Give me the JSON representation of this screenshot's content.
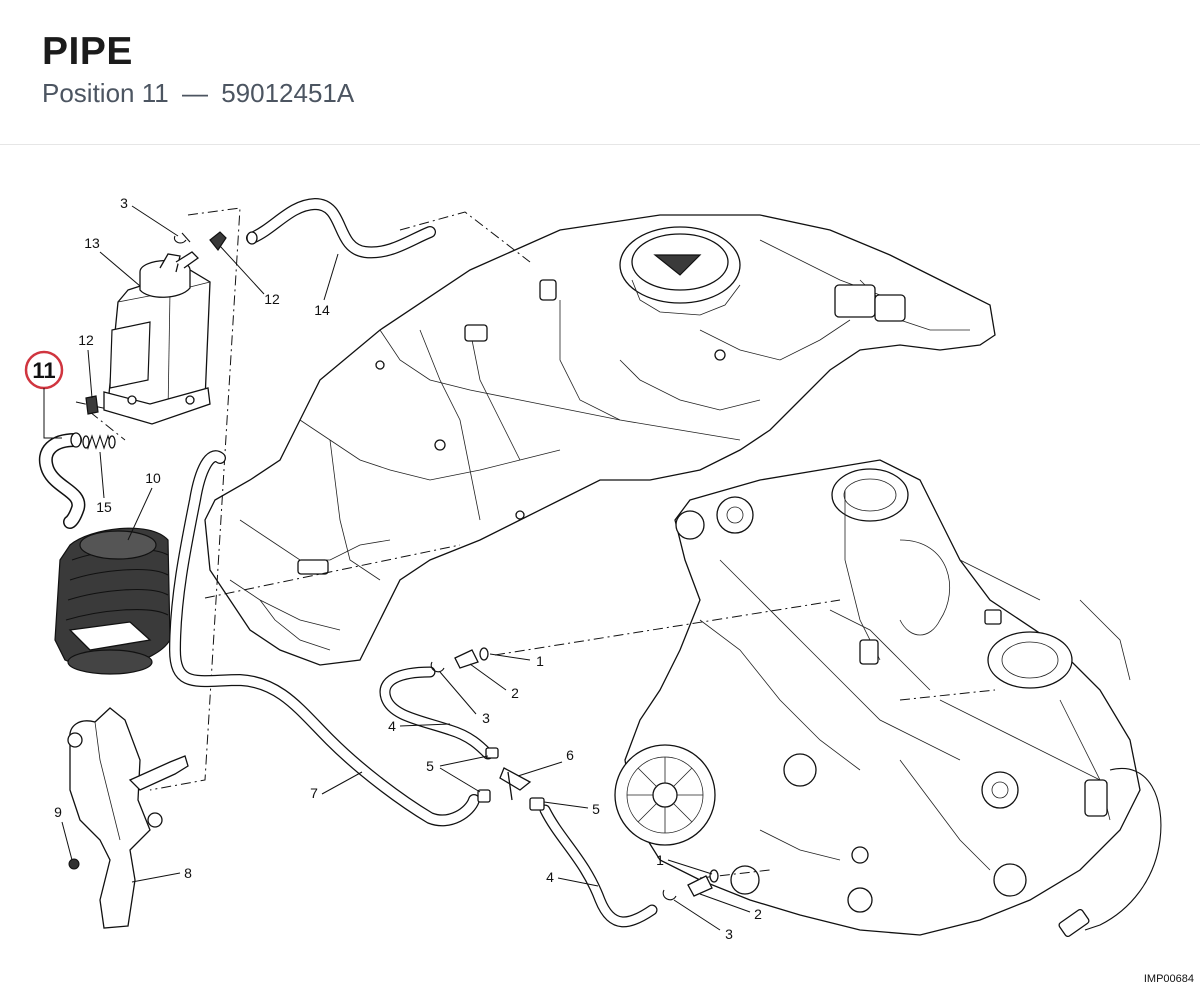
{
  "header": {
    "title": "PIPE",
    "position_label": "Position 11",
    "separator": "—",
    "part_number": "59012451A"
  },
  "highlight": {
    "label": "11",
    "ring_color": "#d0353f"
  },
  "callouts": {
    "c3_top": "3",
    "c13": "13",
    "c12_right": "12",
    "c14": "14",
    "c12_left": "12",
    "c15": "15",
    "c10": "10",
    "c1_upper": "1",
    "c2_upper": "2",
    "c3_mid": "3",
    "c4_upper": "4",
    "c5_left": "5",
    "c6": "6",
    "c7": "7",
    "c5_right": "5",
    "c9": "9",
    "c8": "8",
    "c1_lower": "1",
    "c4_lower": "4",
    "c2_lower": "2",
    "c3_bottom": "3"
  },
  "image_code": "IMP00684"
}
